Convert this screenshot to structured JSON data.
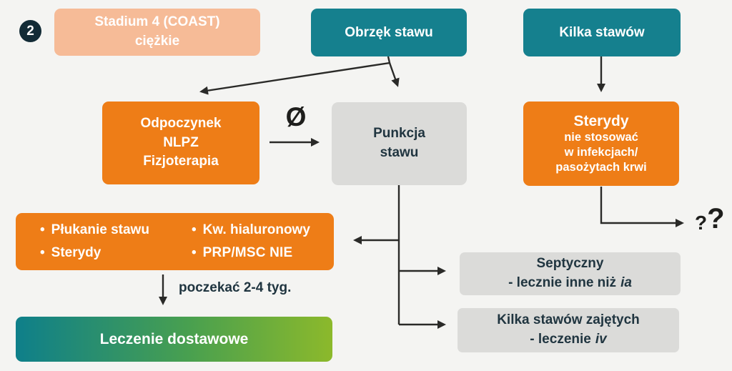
{
  "badge": {
    "number": "2"
  },
  "nodes": {
    "stadium": {
      "line1": "Stadium 4 (COAST)",
      "line2": "ciężkie"
    },
    "obrzek": {
      "label": "Obrzęk stawu"
    },
    "kilka": {
      "label": "Kilka stawów"
    },
    "odpoczynek": {
      "line1": "Odpoczynek",
      "line2": "NLPZ",
      "line3": "Fizjoterapia"
    },
    "punkcja": {
      "line1": "Punkcja",
      "line2": "stawu"
    },
    "sterydy": {
      "title": "Sterydy",
      "sub1": "nie stosować",
      "sub2": "w infekcjach/",
      "sub3": "pasożytach krwi"
    },
    "bullets": {
      "bullet_char": "•",
      "items_left": [
        "Płukanie stawu",
        "Sterydy"
      ],
      "items_right": [
        "Kw. hialuronowy",
        "PRP/MSC NIE"
      ]
    },
    "septyczny": {
      "line1": "Septyczny",
      "line2_text": "-  lecznie inne niż",
      "line2_italic": "ia"
    },
    "kilka_zajetych": {
      "line1": "Kilka stawów zajętych",
      "line2_text": "- leczenie",
      "line2_italic": "iv"
    },
    "leczenie": {
      "label": "Leczenie dostawowe"
    }
  },
  "annotations": {
    "empty_set_symbol": "Ø",
    "wait_label": "poczekać 2-4 tyg.",
    "qmark_small": "?",
    "qmark_large": "?"
  },
  "colors": {
    "background": "#f4f4f2",
    "teal": "#15808e",
    "peach": "#f6bb97",
    "orange": "#ee7d17",
    "gray_node": "#dbdbd9",
    "navy_text": "#203540",
    "badge_navy": "#122b36",
    "arrow": "#2a2a28",
    "gradient_start": "#0e7f8a",
    "gradient_end": "#8cb92b"
  }
}
